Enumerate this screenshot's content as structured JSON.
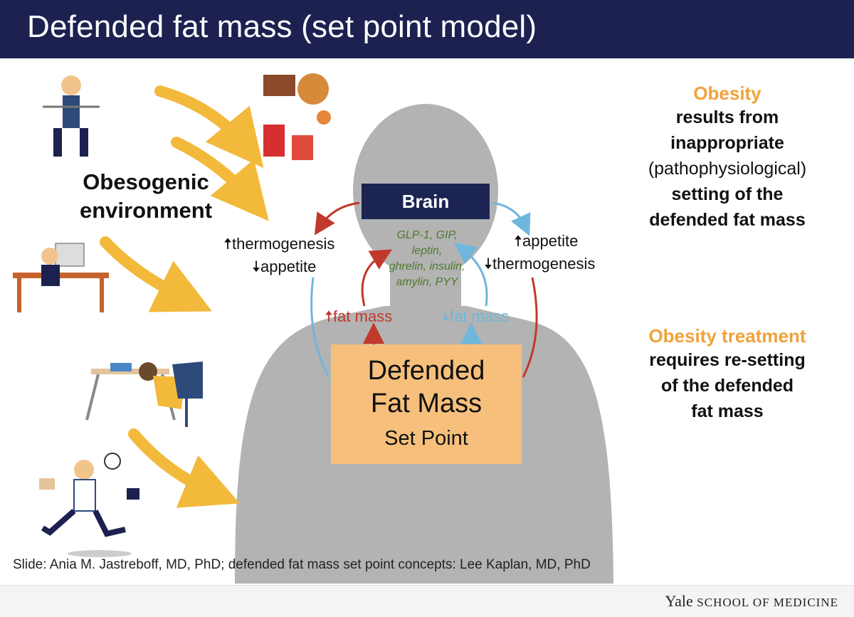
{
  "header": {
    "title": "Defended fat mass (set point model)"
  },
  "left": {
    "environment_label_line1": "Obesogenic",
    "environment_label_line2": "environment"
  },
  "center": {
    "brain_label": "Brain",
    "hormones": [
      "GLP-1, GIP,",
      "leptin,",
      "ghrelin, insulin,",
      "amylin, PYY"
    ],
    "left_arrow_labels": [
      "thermogenesis",
      "appetite"
    ],
    "right_arrow_labels": [
      "appetite",
      "thermogenesis"
    ],
    "up_fat_mass": "fat mass",
    "down_fat_mass": "fat mass",
    "fat_box": {
      "line1": "Defended",
      "line2": "Fat Mass",
      "line3": "Set Point"
    }
  },
  "right": {
    "obesity_title": "Obesity",
    "obesity_lines": [
      "results from",
      "inappropriate",
      "(pathophysiological)",
      "setting of the",
      "defended fat mass"
    ],
    "treatment_title": "Obesity treatment",
    "treatment_lines": [
      "requires re-setting",
      "of the defended",
      "fat mass"
    ]
  },
  "footer": {
    "credit": "Slide: Ania M. Jastreboff, MD, PhD; defended fat mass set point concepts: Lee Kaplan, MD, PhD",
    "logo_main": "Yale",
    "logo_sub": "SCHOOL OF MEDICINE"
  },
  "colors": {
    "header_bg": "#1c2150",
    "brain_box": "#1b2452",
    "fat_box": "#f6c07c",
    "accent_orange": "#f0a23a",
    "red_arrow": "#c0392b",
    "blue_arrow": "#6fb7dc",
    "hormone_text": "#4e7a2b",
    "silhouette": "#b3b3b3",
    "yellow_arrow": "#f2b93b"
  }
}
